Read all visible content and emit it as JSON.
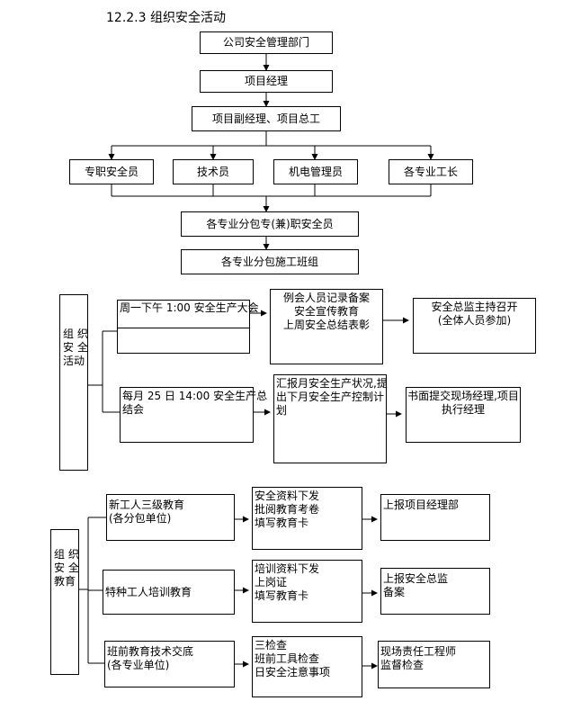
{
  "section_title": "12.2.3 组织安全活动",
  "hierarchy": {
    "company": "公司安全管理部门",
    "pm": "项目经理",
    "deputy": "项目副经理、项目总工",
    "roles": [
      "专职安全员",
      "技术员",
      "机电管理员",
      "各专业工长"
    ],
    "sub_safety": "各专业分包专(兼)职安全员",
    "sub_team": "各专业分包施工班组"
  },
  "activities": {
    "label": [
      "组 织",
      "安 全",
      "活动"
    ],
    "rows": [
      {
        "event": [
          "周一下午 1:00 安全生产大会"
        ],
        "content": [
          "例会人员记录备案",
          "安全宣传教育",
          "上周安全总结表彰"
        ],
        "result": [
          "安全总监主持召开",
          "(全体人员参加)"
        ]
      },
      {
        "event": [
          "每月 25 日 14:00 安全生产总",
          "结会"
        ],
        "content": [
          "汇报月安全生产状况,提",
          "出下月安全生产控制计",
          "划"
        ],
        "result": [
          "书面提交现场经理,项目",
          "执行经理"
        ]
      }
    ]
  },
  "education": {
    "label": [
      "组 织",
      "安 全",
      "教育"
    ],
    "rows": [
      {
        "type": [
          "新工人三级教育",
          "(各分包单位)"
        ],
        "content": [
          "安全资料下发",
          "批阅教育考卷",
          "填写教育卡"
        ],
        "result": [
          "上报项目经理部"
        ]
      },
      {
        "type": [
          "特种工人培训教育"
        ],
        "content": [
          "培训资料下发",
          "上岗证",
          "填写教育卡"
        ],
        "result": [
          "上报安全总监",
          "备案"
        ]
      },
      {
        "type": [
          "班前教育技术交底",
          "(各专业单位)"
        ],
        "content": [
          "三检查",
          "班前工具检查",
          "日安全注意事项"
        ],
        "result": [
          "现场责任工程师",
          "监督检查"
        ]
      }
    ]
  }
}
